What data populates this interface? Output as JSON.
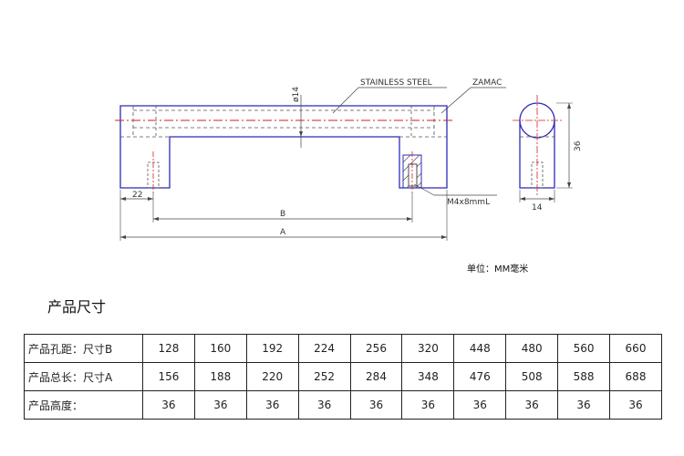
{
  "drawing": {
    "material_labels": [
      "STAINLESS STEEL",
      "ZAMAC"
    ],
    "diameter_label": "ø14",
    "thread_label": "M4x8mmL",
    "dimension_labels": {
      "leg_width": "22",
      "hole_spacing": "B",
      "overall_length": "A",
      "side_width": "14",
      "height": "36"
    }
  },
  "unit_note": "单位：MM毫米",
  "section_title": "产品尺寸",
  "spec_table": {
    "rows": [
      {
        "label": "产品孔距：尺寸B",
        "values": [
          "128",
          "160",
          "192",
          "224",
          "256",
          "320",
          "448",
          "480",
          "560",
          "660"
        ]
      },
      {
        "label": "产品总长：尺寸A",
        "values": [
          "156",
          "188",
          "220",
          "252",
          "284",
          "348",
          "476",
          "508",
          "588",
          "688"
        ]
      },
      {
        "label": "产品高度：",
        "values": [
          "36",
          "36",
          "36",
          "36",
          "36",
          "36",
          "36",
          "36",
          "36",
          "36"
        ]
      }
    ]
  },
  "colors": {
    "outline": "#2b2bb8",
    "hidden_line": "#555555",
    "center_line": "#d42020",
    "dimension": "#444444"
  }
}
